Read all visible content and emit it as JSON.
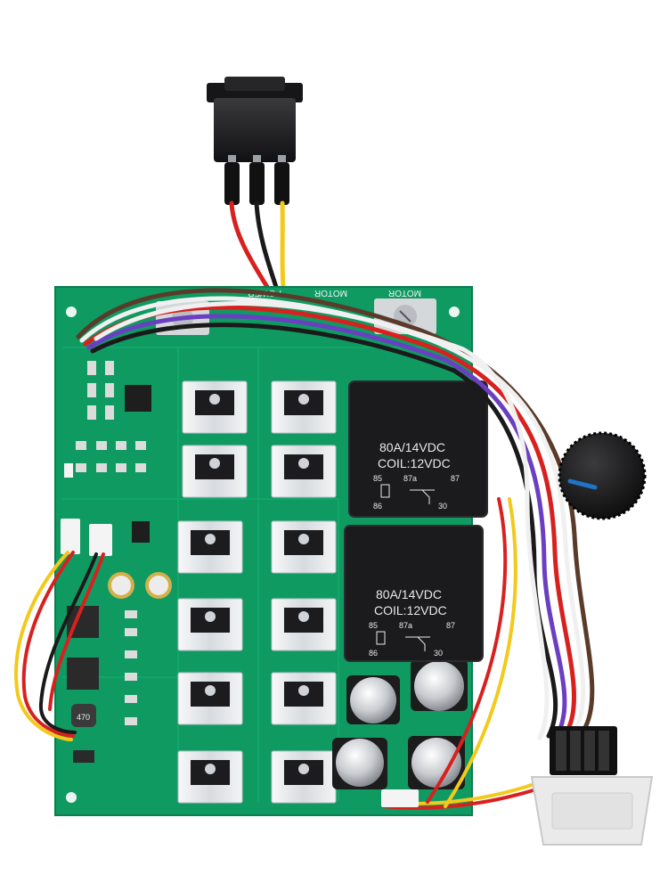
{
  "colors": {
    "pcb": "#0f9a62",
    "pcb_dark": "#0b7d4f",
    "relay": "#1b1b1d",
    "heatsink": "#e6e9ec",
    "wire_red": "#d8211f",
    "wire_black": "#1a1a1a",
    "wire_yellow": "#f3c91c",
    "wire_purple": "#6b3fc1",
    "wire_white": "#f0f0f0",
    "wire_brown": "#5a3b2a",
    "display_face": "#eaeaea"
  },
  "board": {
    "silkscreen": {
      "motor_left": "MOTOR",
      "motor_right": "MOTOR",
      "power": "POWER"
    }
  },
  "relays": [
    {
      "rating": "80A/14VDC",
      "coil": "COIL:12VDC",
      "pins": {
        "p85": "85",
        "p86": "86",
        "p87": "87",
        "p87a": "87a",
        "p30": "30"
      }
    },
    {
      "rating": "80A/14VDC",
      "coil": "COIL:12VDC",
      "pins": {
        "p85": "85",
        "p86": "86",
        "p87": "87",
        "p87a": "87a",
        "p30": "30"
      }
    }
  ],
  "components": {
    "inductor_label": "470"
  }
}
